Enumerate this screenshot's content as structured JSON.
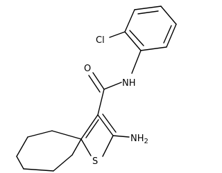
{
  "labels": {
    "chlorine": "Cl",
    "oxygen": "O",
    "amide_nitrogen": "NH",
    "amino": "NH",
    "amino_subscript": "2",
    "sulfur": "S"
  },
  "colors": {
    "bond": "#000000",
    "background": "#ffffff",
    "text": "#000000"
  }
}
